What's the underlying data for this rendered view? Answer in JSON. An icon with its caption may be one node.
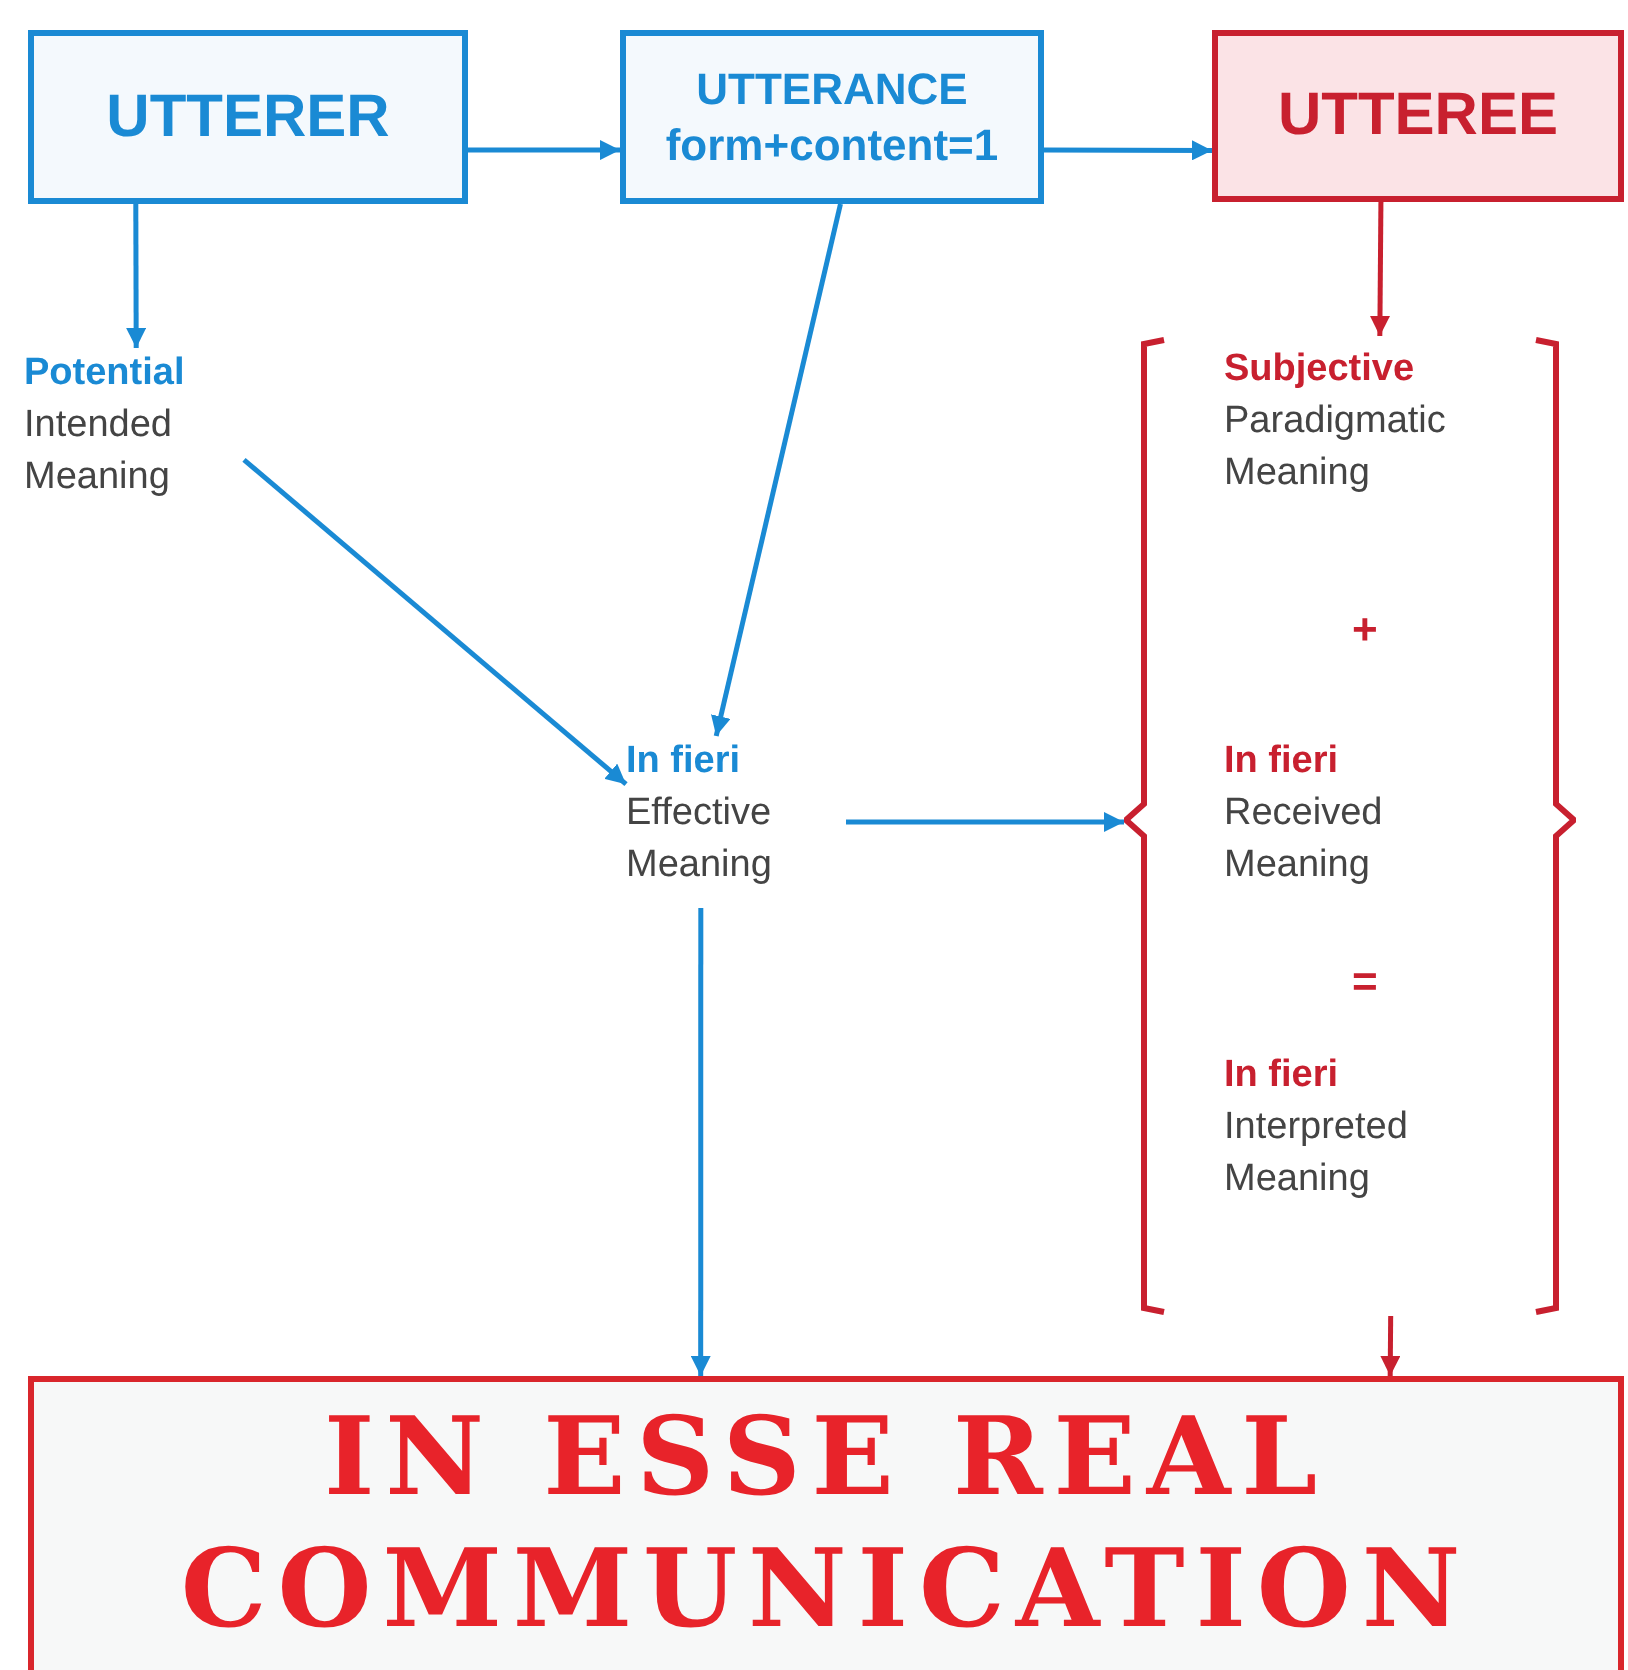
{
  "diagram": {
    "nodes": [
      {
        "text": [
          "UTTERER"
        ]
      },
      {
        "text": [
          "UTTERANCE",
          "form+content=1"
        ]
      },
      {
        "text": [
          "UTTEREE"
        ]
      },
      {
        "text": [
          "Potential",
          "Intended Meaning"
        ]
      },
      {
        "text": [
          "In fieri",
          "Effective Meaning"
        ]
      },
      {
        "text": [],
        "shape": "bracket"
      },
      {
        "text": [
          "Subjective",
          "Paradigmatic Meaning"
        ],
        "in": 5
      },
      {
        "text": [
          "In fieri",
          "Received Meaning"
        ],
        "in": 5
      },
      {
        "text": [
          "In fieri",
          "Interpreted Meaning"
        ],
        "in": 5
      },
      {
        "text": [
          "IN ESSE REAL COMMUNICATION"
        ]
      }
    ],
    "edges": [
      {
        "from": 0,
        "to": 1,
        "arrow": "to"
      },
      {
        "from": 1,
        "to": 2,
        "arrow": "to"
      },
      {
        "from": 0,
        "to": 3,
        "arrow": "to"
      },
      {
        "from": 2,
        "to": 5,
        "arrow": "to",
        "color": "#c8202f"
      },
      {
        "from": 3,
        "to": 4,
        "arrow": "to"
      },
      {
        "from": 1,
        "to": 4,
        "arrow": "to"
      },
      {
        "from": 4,
        "to": 5,
        "arrow": "to"
      },
      {
        "from": 4,
        "to": 9,
        "arrow": "to"
      },
      {
        "from": 5,
        "to": 9,
        "arrow": "to",
        "color": "#c8202f"
      }
    ],
    "labels": [
      "+",
      "="
    ]
  }
}
